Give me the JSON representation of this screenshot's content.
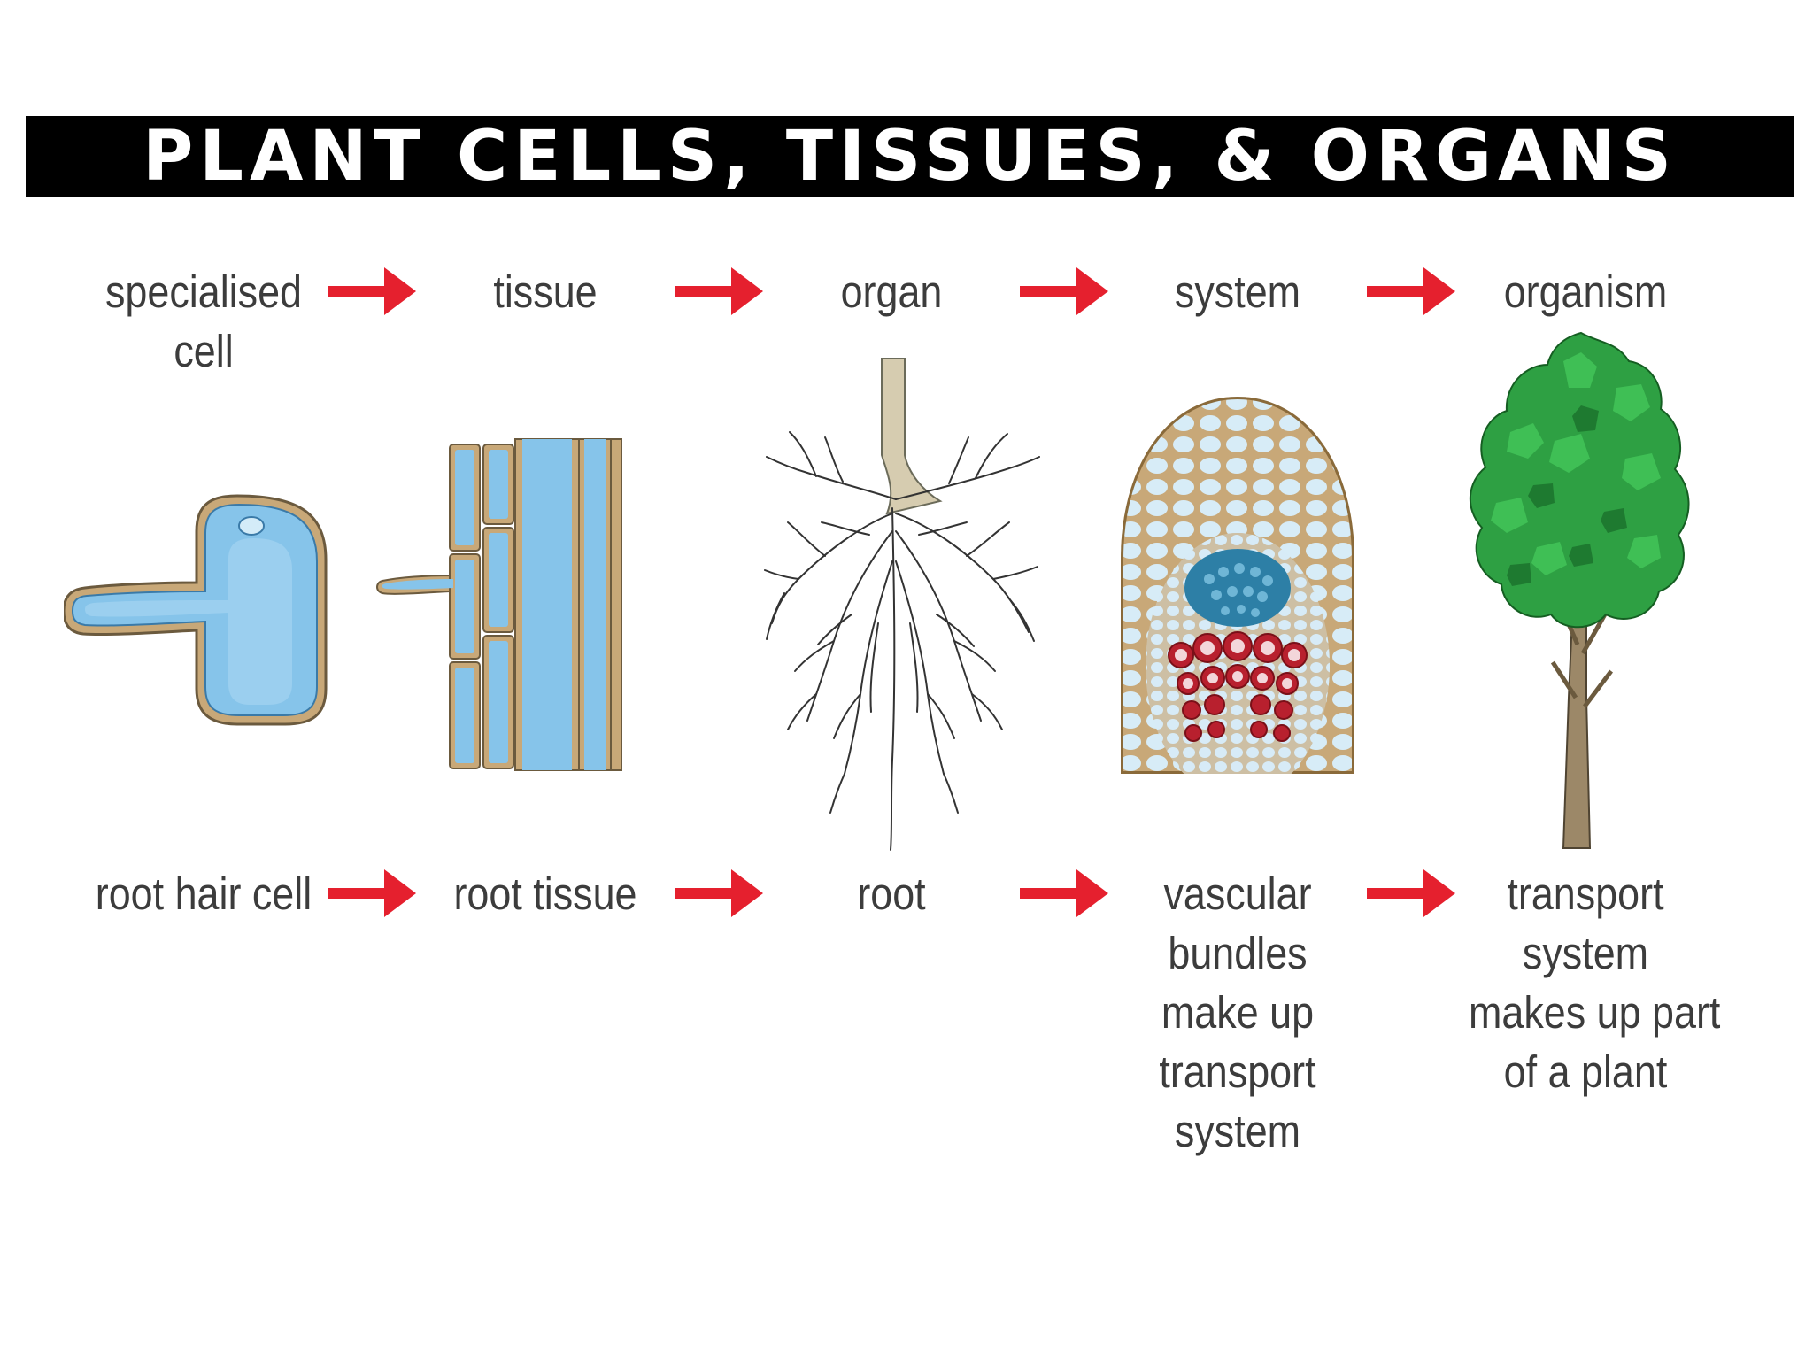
{
  "title": "PLANT CELLS, TISSUES, & ORGANS",
  "colors": {
    "arrow": "#e5202e",
    "title_bar": "#000000",
    "cell_fill": "#86c4ea",
    "cell_wall": "#a07a48",
    "xylem": "#b8202e",
    "phloem": "#2d7fa6",
    "foliage": "#2ea043",
    "trunk": "#9c8868"
  },
  "levels": [
    {
      "heading": [
        "specialised",
        "cell"
      ],
      "example": [
        "root hair cell"
      ],
      "icon": "root-hair-cell-illustration"
    },
    {
      "heading": [
        "tissue"
      ],
      "example": [
        "root tissue"
      ],
      "icon": "root-tissue-illustration"
    },
    {
      "heading": [
        "organ"
      ],
      "example": [
        "root"
      ],
      "icon": "root-system-illustration"
    },
    {
      "heading": [
        "system"
      ],
      "example": [
        "vascular",
        "bundles",
        "make up",
        "transport",
        "system"
      ],
      "icon": "vascular-bundle-cross-section-illustration"
    },
    {
      "heading": [
        "organism"
      ],
      "example": [
        "transport",
        "system",
        "makes up part",
        "of a plant"
      ],
      "icon": "tree-illustration"
    }
  ]
}
